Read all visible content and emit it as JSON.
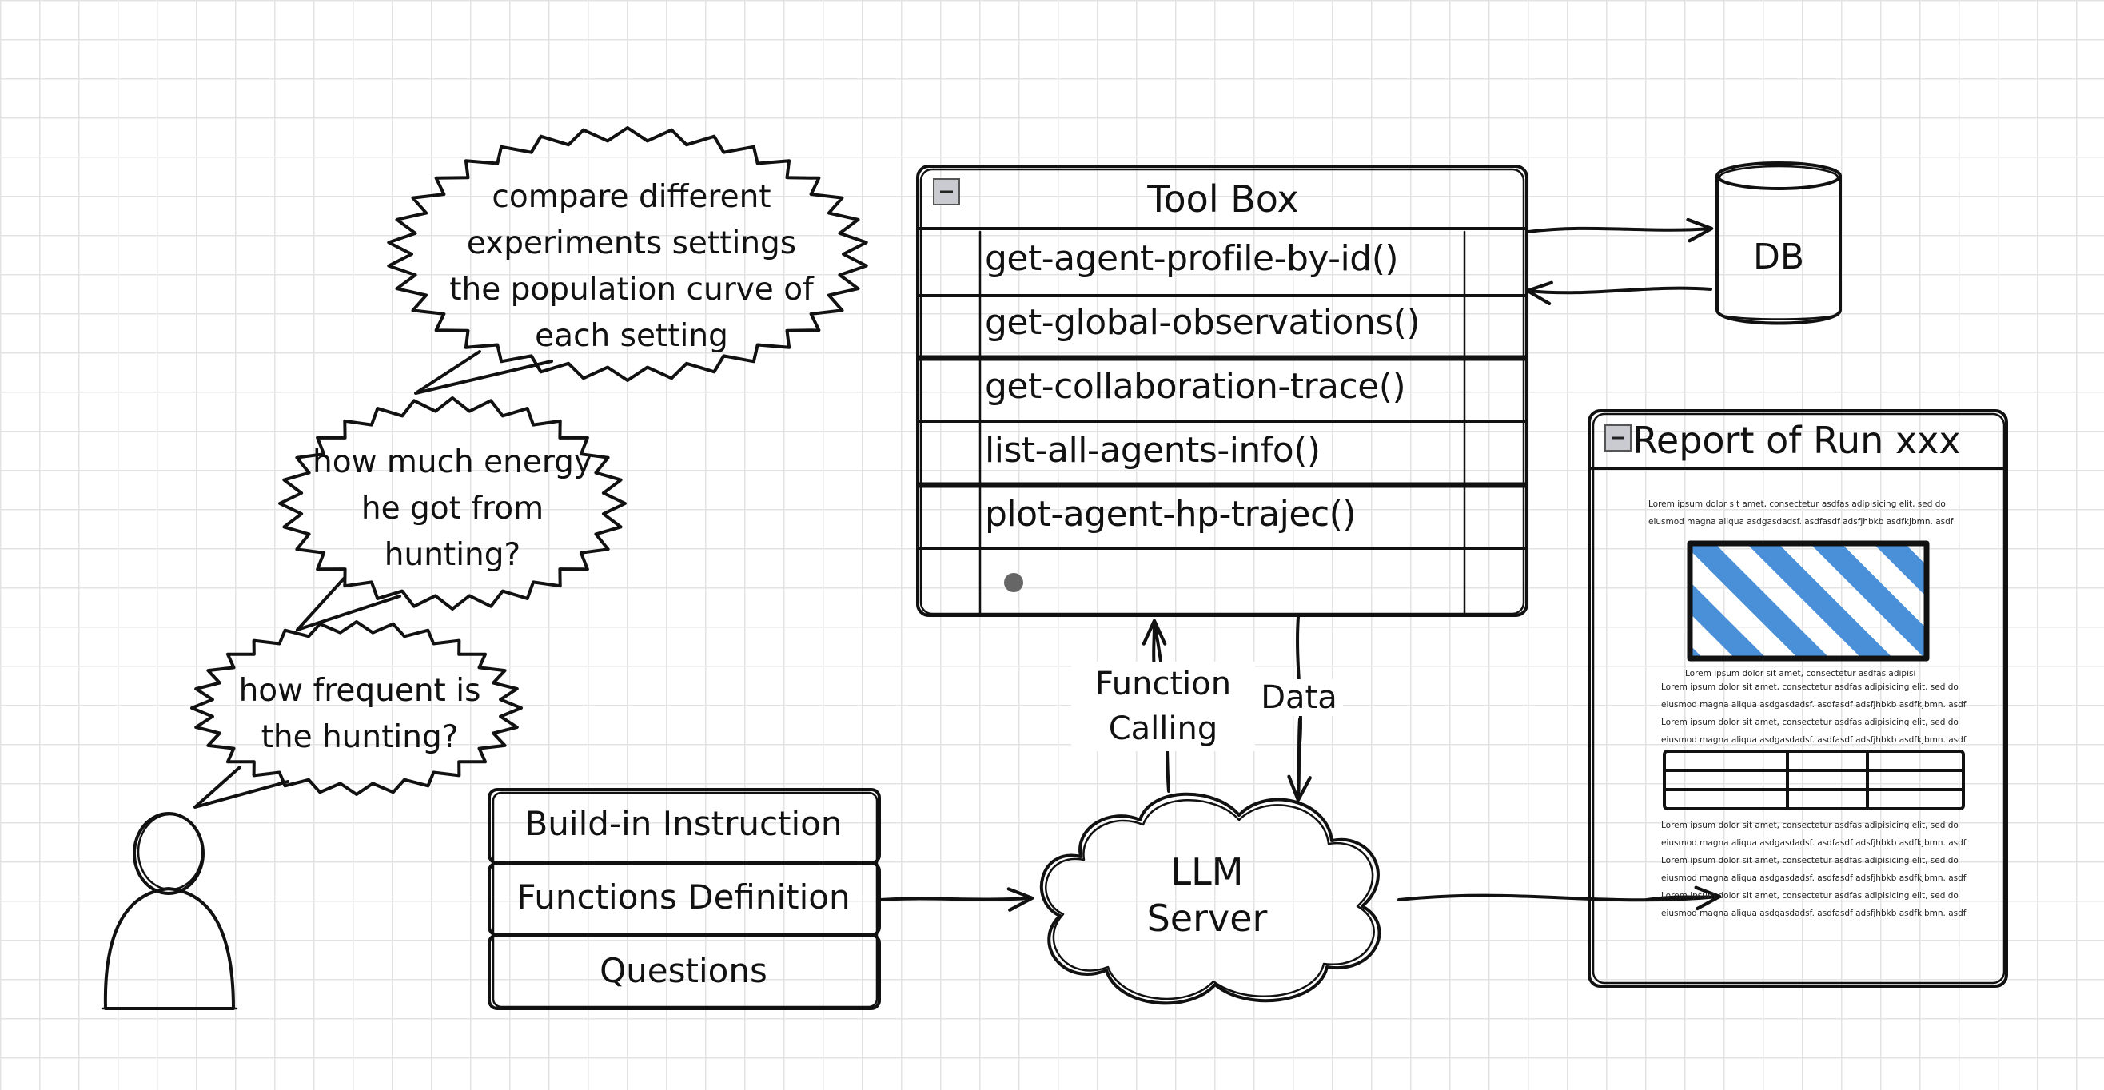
{
  "bubbles": [
    {
      "lines": [
        "compare different",
        "experiments settings",
        "the population curve of",
        "each setting"
      ]
    },
    {
      "lines": [
        "how much energy",
        "he got from",
        "hunting?"
      ]
    },
    {
      "lines": [
        "how frequent is",
        "the hunting?"
      ]
    }
  ],
  "toolbox": {
    "title": "Tool Box",
    "collapse_icon": "minus-square-icon",
    "items": [
      "get-agent-profile-by-id()",
      "get-global-observations()",
      "get-collaboration-trace()",
      "list-all-agents-info()",
      "plot-agent-hp-trajec()"
    ]
  },
  "db": {
    "label": "DB"
  },
  "input_stack": [
    "Build-in Instruction",
    "Functions Definition",
    "Questions"
  ],
  "llm": {
    "lines": [
      "LLM",
      "Server"
    ]
  },
  "edges": {
    "function_calling": [
      "Function",
      "Calling"
    ],
    "data": "Data"
  },
  "report": {
    "title": "Report of Run xxx",
    "collapse_icon": "minus-square-icon",
    "lorem_top": [
      "Lorem ipsum dolor sit amet, consectetur asdfas adipisicing elit, sed do",
      "eiusmod magna aliqua asdgasdadsf. asdfasdf adsfjhbkb asdfkjbmn. asdf"
    ],
    "caption": "Lorem ipsum dolor sit amet, consectetur asdfas adipisi",
    "lorem_mid": [
      "Lorem ipsum dolor sit amet, consectetur asdfas adipisicing elit, sed do",
      "eiusmod magna aliqua asdgasdadsf. asdfasdf adsfjhbkb asdfkjbmn. asdf",
      "Lorem ipsum dolor sit amet, consectetur asdfas adipisicing elit, sed do",
      "eiusmod magna aliqua asdgasdadsf. asdfasdf adsfjhbkb asdfkjbmn. asdf"
    ],
    "lorem_bottom": [
      "Lorem ipsum dolor sit amet, consectetur asdfas adipisicing elit, sed do",
      "eiusmod magna aliqua asdgasdadsf. asdfasdf adsfjhbkb asdfkjbmn. asdf",
      "Lorem ipsum dolor sit amet, consectetur asdfas adipisicing elit, sed do",
      "eiusmod magna aliqua asdgasdadsf. asdfasdf adsfjhbkb asdfkjbmn. asdf",
      "Lorem ipsum dolor sit amet, consectetur asdfas adipisicing elit, sed do",
      "eiusmod magna aliqua asdgasdadsf. asdfasdf adsfjhbkb asdfkjbmn. asdf"
    ],
    "image_fill_color": "#4a90d9"
  },
  "colors": {
    "ink": "#111111",
    "grid": "#e3e3e3",
    "accent_blue": "#4a90d9"
  }
}
